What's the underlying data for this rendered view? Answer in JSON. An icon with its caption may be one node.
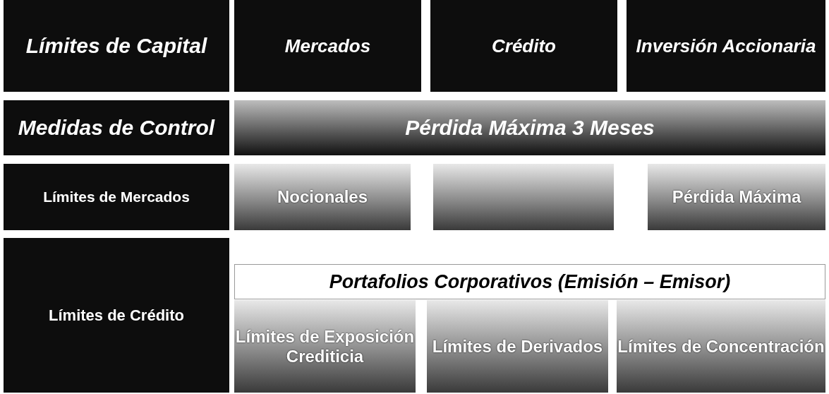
{
  "diagram": {
    "nodes": [
      {
        "text": [
          "Límites de Capital"
        ]
      },
      {
        "text": [
          "Mercados"
        ]
      },
      {
        "text": [
          "Crédito"
        ]
      },
      {
        "text": [
          "Inversión Accionaria"
        ]
      },
      {
        "text": [
          "Medidas de Control"
        ]
      },
      {
        "text": [
          "Pérdida Máxima 3 Meses"
        ]
      },
      {
        "text": [
          "Límites de Mercados"
        ]
      },
      {
        "text": [
          "Nocionales"
        ]
      },
      {
        "text": [],
        "shape": "box"
      },
      {
        "text": [
          "Pérdida Máxima"
        ]
      },
      {
        "text": [
          "Límites de Crédito"
        ]
      },
      {
        "text": [
          "Portafolios Corporativos (Emisión – Emisor)"
        ]
      },
      {
        "text": [
          "Límites de Exposición Crediticia"
        ]
      },
      {
        "text": [
          "Límites de Derivados"
        ]
      },
      {
        "text": [
          "Límites de Concentración"
        ]
      }
    ]
  }
}
